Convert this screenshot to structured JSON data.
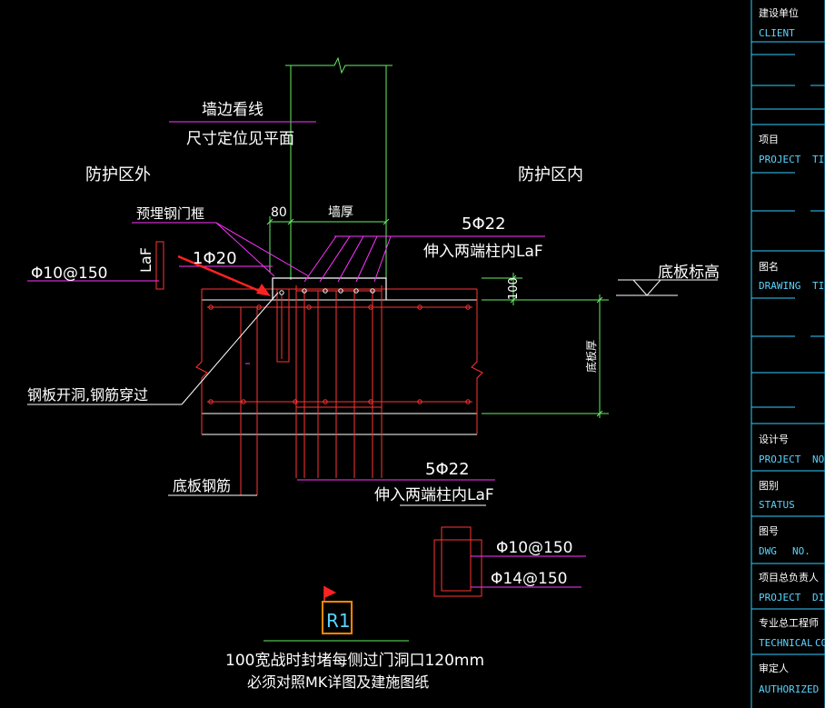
{
  "labels": {
    "wall_edge_1": "墙边看线",
    "wall_edge_2": "尺寸定位见平面",
    "outside_zone": "防护区外",
    "inside_zone": "防护区内",
    "embedded_frame": "预埋钢门框",
    "dim_80": "80",
    "wall_thickness": "墙厚",
    "top_bars": "5Φ22",
    "top_bars_note": "伸入两端柱内LaF",
    "single_bar": "1Φ20",
    "laf": "LaF",
    "stirrup_left": "Φ10@150",
    "slab_elevation": "底板标高",
    "dim_100": "100",
    "slab_thickness": "底板厚",
    "plate_hole": "钢板开洞,钢筋穿过",
    "slab_rebar": "底板钢筋",
    "bottom_bars": "5Φ22",
    "bottom_bars_note": "伸入两端柱内LaF",
    "section_stirrup": "Φ10@150",
    "section_bar": "Φ14@150",
    "marker": "R1",
    "note_1": "100宽战时封堵每侧过门洞口120mm",
    "note_2": "必须对照MK详图及建施图纸"
  },
  "title_block": {
    "client_cn": "建设单位",
    "client_en": "CLIENT",
    "project_cn": "项目",
    "project_en": "PROJECT",
    "project_en2": "TIT",
    "drawing_cn": "图名",
    "drawing_en": "DRAWING",
    "drawing_en2": "TIT",
    "design_no_cn": "设计号",
    "design_no_en": "PROJECT",
    "design_no_en2": "NO",
    "status_cn": "图别",
    "status_en": "STATUS",
    "dwg_cn": "图号",
    "dwg_en": "DWG",
    "dwg_en2": "NO.",
    "pm_cn": "项目总负责人",
    "pm_en": "PROJECT",
    "pm_en2": "DIR",
    "chief_cn": "专业总工程师",
    "chief_en": "TECHNICAL",
    "chief_en2": "CO",
    "auth_cn": "审定人",
    "auth_en": "AUTHORIZED"
  },
  "colors": {
    "background": "#000000",
    "magenta": "#ff33ff",
    "green": "#66ee66",
    "red": "#ff3333",
    "white": "#ffffff",
    "cyan": "#33ccff",
    "orange": "#ff8800"
  }
}
